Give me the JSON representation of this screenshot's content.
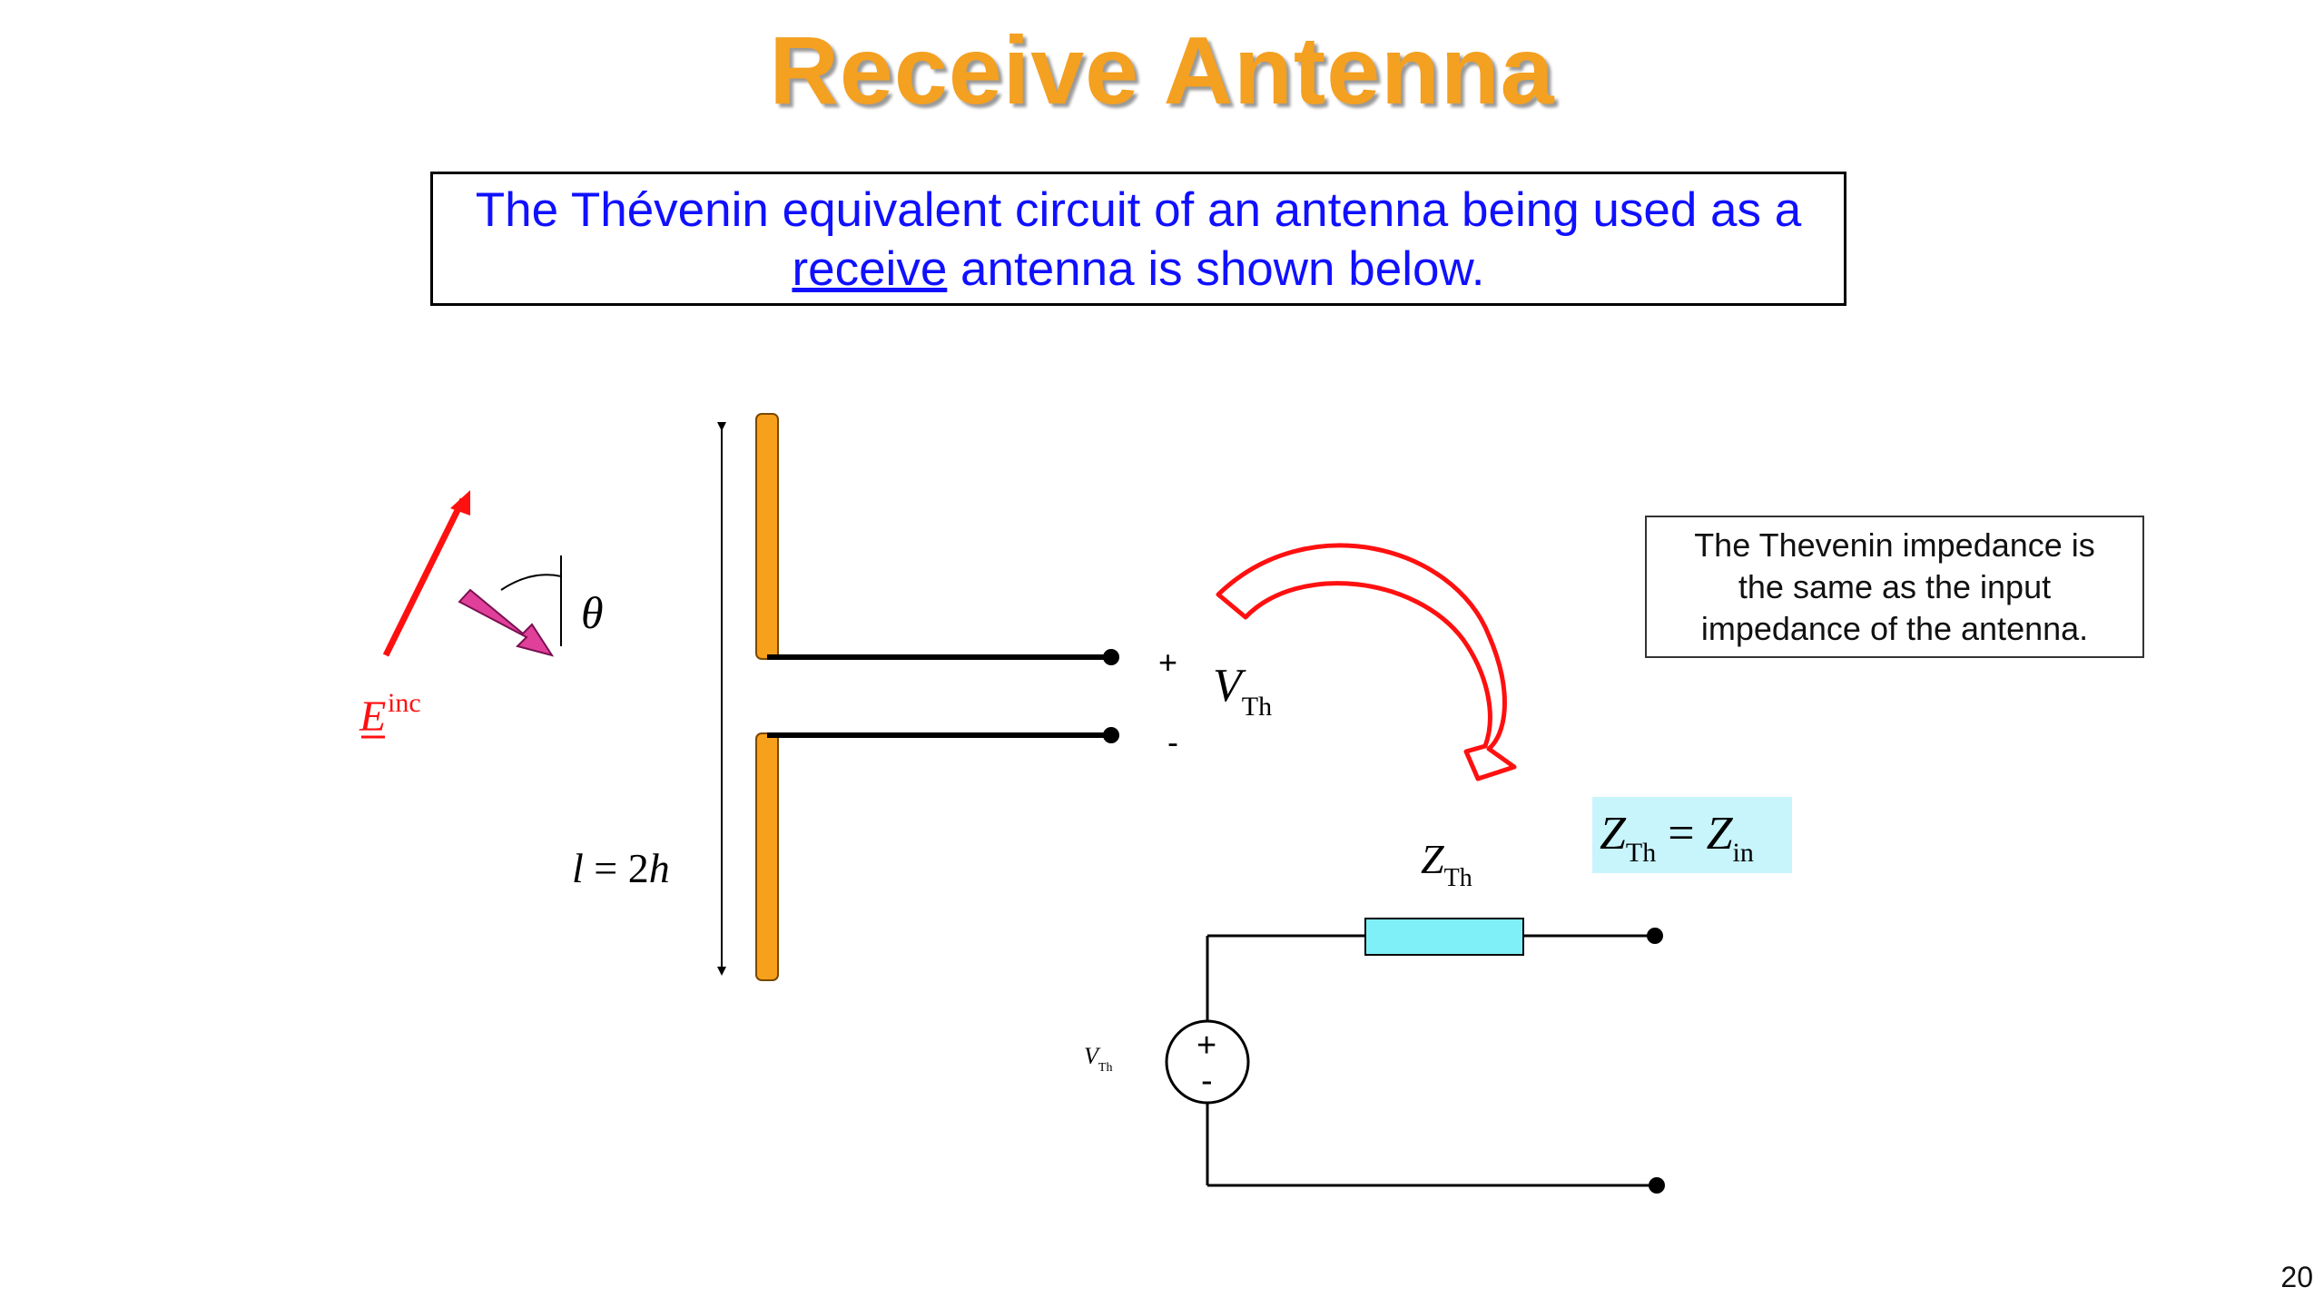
{
  "title": "Receive Antenna",
  "intro": {
    "line1": "The Thévenin equivalent circuit of an antenna being used as a",
    "underlined_word": "receive",
    "line2_rest": " antenna is shown below."
  },
  "note": {
    "line1": "The Thevenin impedance is",
    "line2": "the same as the input",
    "line3": "impedance of the antenna."
  },
  "labels": {
    "theta": "θ",
    "e_field": "E",
    "e_field_sup": "inc",
    "length_lhs": "l",
    "length_eq": " = 2",
    "length_h": "h",
    "terminal_plus": "+",
    "terminal_minus": "-",
    "v_th": "V",
    "th_sub": "Th",
    "z": "Z",
    "z_in_sub": "in",
    "equals": " = ",
    "source_plus": "+",
    "source_minus": "-"
  },
  "page_number": "20",
  "colors": {
    "title": "#f4a020",
    "intro_text": "#1010ff",
    "antenna": "#f7a01c",
    "e_field_arrow": "#ff1010",
    "incidence_arrow": "#e0409a",
    "curved_arrow": "#ff1010",
    "resistor": "#80f0f8",
    "equation_bg": "#c8f4fb"
  },
  "icons": {
    "e_field": "straight-arrow",
    "incidence": "block-arrow",
    "transform": "curved-arrow",
    "source": "voltage-source-circle"
  }
}
